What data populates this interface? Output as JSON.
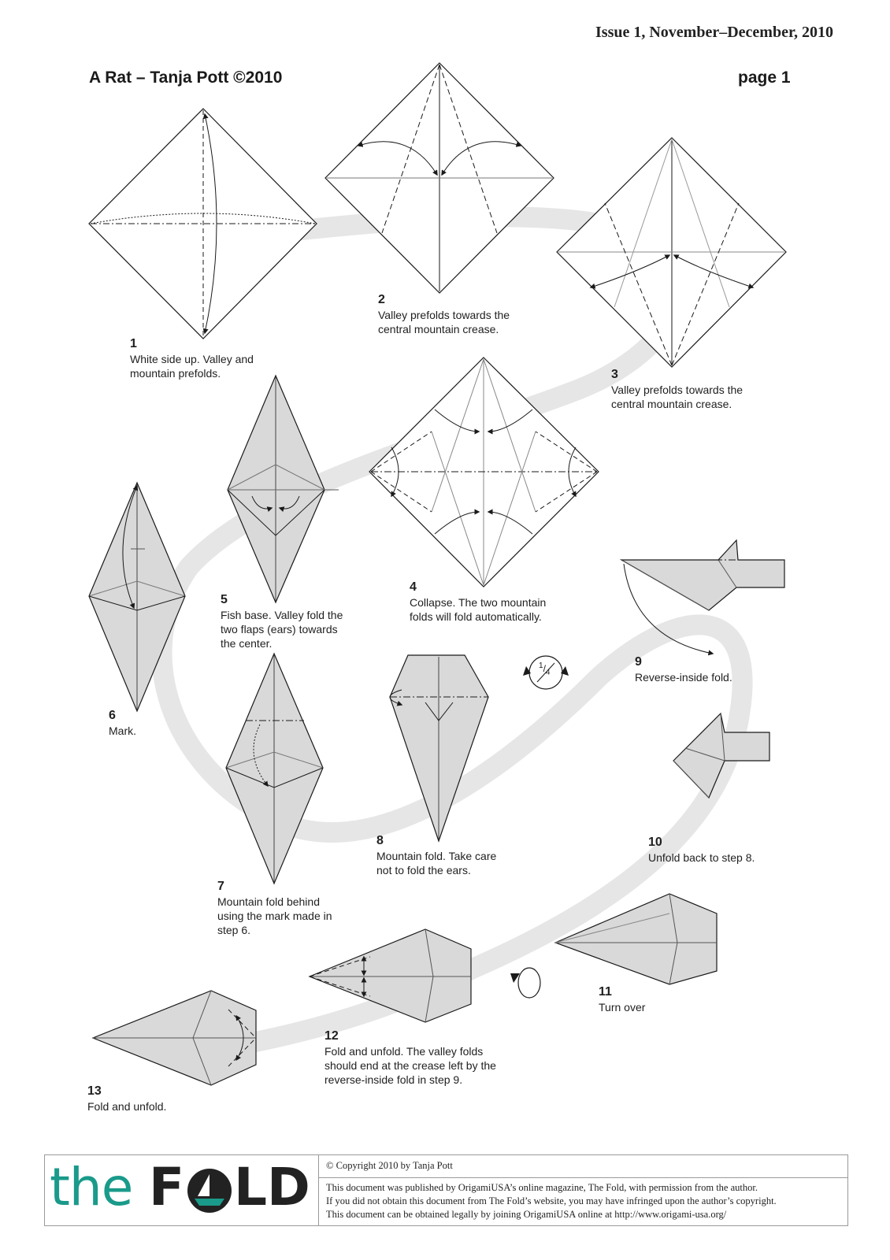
{
  "header": {
    "issue": "Issue 1, November–December, 2010",
    "title": "A Rat – Tanja Pott ©2010",
    "page": "page 1"
  },
  "steps": [
    {
      "num": "1",
      "text": "White side up. Valley and\nmountain prefolds."
    },
    {
      "num": "2",
      "text": "Valley prefolds towards the\ncentral mountain crease."
    },
    {
      "num": "3",
      "text": "Valley prefolds towards the\ncentral mountain crease."
    },
    {
      "num": "4",
      "text": "Collapse. The two mountain\nfolds will fold automatically."
    },
    {
      "num": "5",
      "text": "Fish base. Valley fold the\ntwo flaps (ears) towards\nthe center."
    },
    {
      "num": "6",
      "text": "Mark."
    },
    {
      "num": "7",
      "text": "Mountain fold behind\nusing the mark made in\nstep 6."
    },
    {
      "num": "8",
      "text": "Mountain fold. Take care\nnot to fold the ears."
    },
    {
      "num": "9",
      "text": "Reverse-inside fold."
    },
    {
      "num": "10",
      "text": "Unfold back to step 8."
    },
    {
      "num": "11",
      "text": "Turn over"
    },
    {
      "num": "12",
      "text": "Fold and unfold. The valley folds\nshould end at the crease left by the\nreverse-inside fold in step 9."
    },
    {
      "num": "13",
      "text": "Fold and unfold."
    }
  ],
  "rotate_symbol": {
    "numerator": "1",
    "denominator": "4"
  },
  "footer": {
    "logo_the": "the",
    "logo_f": "F",
    "logo_ld": "LD",
    "copyright": "© Copyright 2010 by Tanja Pott",
    "notice_1": "This document was published by OrigamiUSA’s online magazine, The Fold, with permission from the author.",
    "notice_2": "If you did not obtain this document from The Fold’s website, you may have infringed upon the author’s copyright.",
    "notice_3": "This document can be obtained legally by joining OrigamiUSA online at http://www.origami-usa.org/"
  },
  "colors": {
    "paper": "#d9d9d9",
    "line": "#1a1a1a",
    "swoosh": "#e6e6e6",
    "logo_teal": "#1a9a8a",
    "logo_dark": "#222222"
  }
}
